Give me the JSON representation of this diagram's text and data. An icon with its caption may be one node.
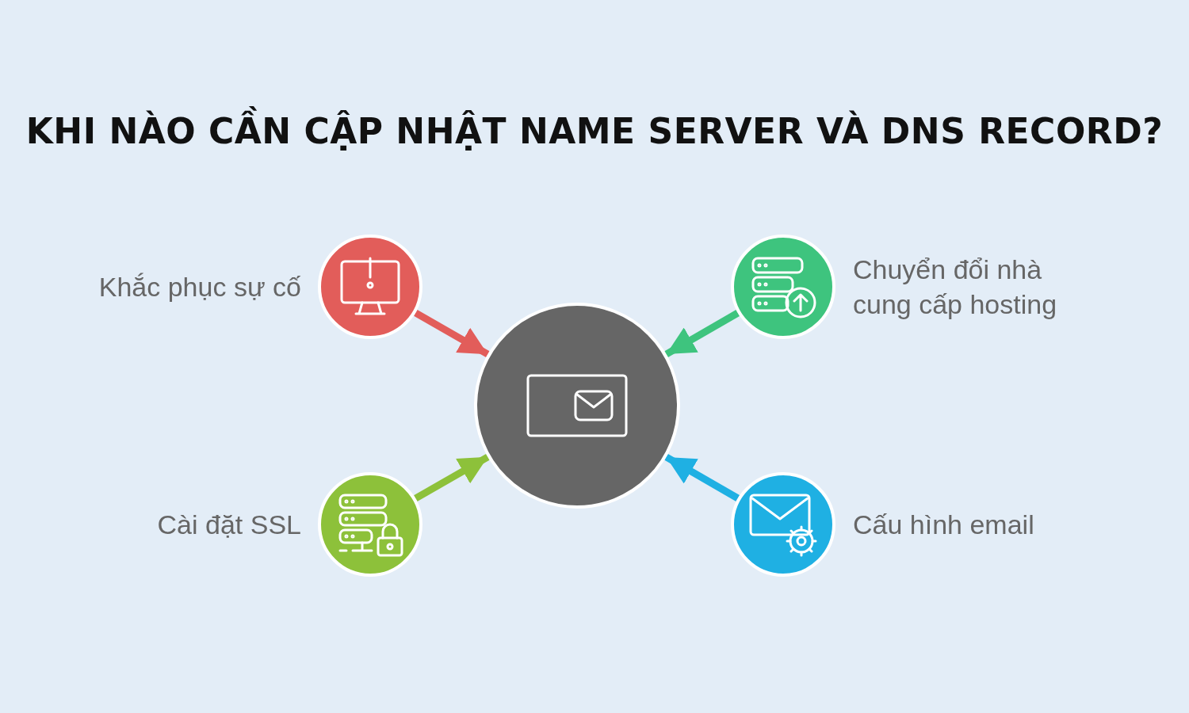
{
  "diagram": {
    "title": "KHI NÀO CẦN CẬP NHẬT NAME SERVER VÀ DNS RECORD?",
    "nodes": [
      {
        "text": [],
        "shape": "circle",
        "beside": [
          "Khắc phục sự cố"
        ]
      },
      {
        "text": [],
        "shape": "circle",
        "beside": [
          "Chuyển đổi nhà cung cấp hosting"
        ]
      },
      {
        "text": [],
        "shape": "circle"
      },
      {
        "text": [],
        "shape": "circle",
        "beside": [
          "Cài đặt SSL"
        ]
      },
      {
        "text": [],
        "shape": "circle",
        "beside": [
          "Cấu hình email"
        ]
      }
    ],
    "edges": [
      {
        "from": 0,
        "to": 2,
        "arrow": "to",
        "color": "#e25d5a"
      },
      {
        "from": 1,
        "to": 2,
        "arrow": "to",
        "color": "#3ec47e"
      },
      {
        "from": 3,
        "to": 2,
        "arrow": "to",
        "color": "#8dc13a"
      },
      {
        "from": 4,
        "to": 2,
        "arrow": "to",
        "color": "#1fb0e3"
      }
    ]
  }
}
